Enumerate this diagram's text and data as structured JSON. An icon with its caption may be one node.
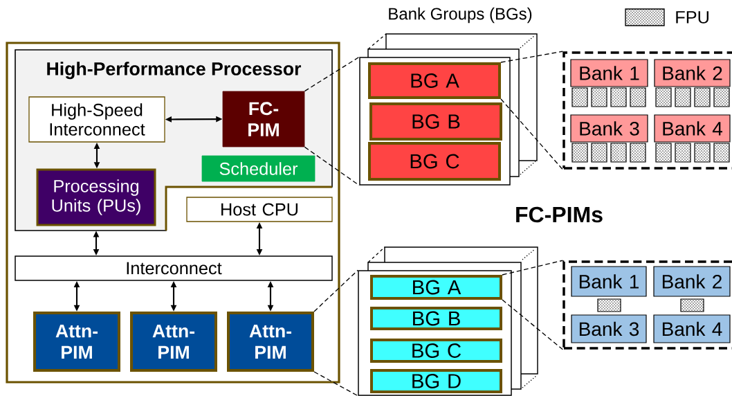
{
  "diagram": {
    "nodes": [
      {
        "text": [],
        "shape": "box"
      },
      {
        "text": [
          "High-Performance Processor"
        ],
        "in": 0
      },
      {
        "text": [
          "High-Speed Interconnect"
        ],
        "in": 1
      },
      {
        "text": [
          "FC-PIM"
        ],
        "in": 1
      },
      {
        "text": [
          "Scheduler"
        ],
        "in": 1
      },
      {
        "text": [
          "Processing Units (PUs)"
        ],
        "in": 1
      },
      {
        "text": [
          "Host CPU"
        ],
        "in": 0
      },
      {
        "text": [
          "Interconnect"
        ],
        "in": 0
      },
      {
        "text": [
          "Attn-PIM"
        ],
        "in": 0
      },
      {
        "text": [
          "Attn-PIM"
        ],
        "in": 0
      },
      {
        "text": [
          "Attn-PIM"
        ],
        "in": 0
      },
      {
        "text": [],
        "shape": "box"
      },
      {
        "text": [
          "BG A"
        ],
        "in": 11
      },
      {
        "text": [
          "BG B"
        ],
        "in": 11
      },
      {
        "text": [
          "BG C"
        ],
        "in": 11
      },
      {
        "text": [],
        "shape": "box"
      },
      {
        "text": [
          "Bank 1"
        ],
        "in": 15
      },
      {
        "text": [
          "Bank 2"
        ],
        "in": 15
      },
      {
        "text": [
          "Bank 3"
        ],
        "in": 15
      },
      {
        "text": [
          "Bank 4"
        ],
        "in": 15
      },
      {
        "text": [],
        "shape": "box"
      },
      {
        "text": [
          "BG A"
        ],
        "in": 20
      },
      {
        "text": [
          "BG B"
        ],
        "in": 20
      },
      {
        "text": [
          "BG C"
        ],
        "in": 20
      },
      {
        "text": [
          "BG D"
        ],
        "in": 20
      },
      {
        "text": [],
        "shape": "box"
      },
      {
        "text": [
          "Bank 1"
        ],
        "in": 25
      },
      {
        "text": [
          "Bank 2"
        ],
        "in": 25
      },
      {
        "text": [
          "Bank 3"
        ],
        "in": 25
      },
      {
        "text": [
          "Bank 4"
        ],
        "in": 25
      }
    ],
    "edges": [
      {
        "from": 2,
        "to": 3,
        "arrow": "both"
      },
      {
        "from": 2,
        "to": 5,
        "arrow": "both"
      },
      {
        "from": 1,
        "to": 7,
        "arrow": "both"
      },
      {
        "from": 6,
        "to": 7,
        "arrow": "both"
      },
      {
        "from": 7,
        "to": 8,
        "arrow": "both"
      },
      {
        "from": 7,
        "to": 9,
        "arrow": "both"
      },
      {
        "from": 7,
        "to": 10,
        "arrow": "both"
      },
      {
        "from": 3,
        "to": 11,
        "arrow": "none",
        "style": "dashed"
      },
      {
        "from": 3,
        "to": 11,
        "arrow": "none",
        "style": "dashed"
      },
      {
        "from": 12,
        "to": 15,
        "arrow": "none",
        "style": "dashed"
      },
      {
        "from": 12,
        "to": 15,
        "arrow": "none",
        "style": "dashed"
      },
      {
        "from": 10,
        "to": 20,
        "arrow": "none",
        "style": "dashed"
      },
      {
        "from": 10,
        "to": 20,
        "arrow": "none",
        "style": "dashed"
      },
      {
        "from": 21,
        "to": 25,
        "arrow": "none",
        "style": "dashed"
      },
      {
        "from": 21,
        "to": 25,
        "arrow": "none",
        "style": "dashed"
      }
    ],
    "labels": [
      "Bank Groups (BGs)",
      "FC-PIMs"
    ],
    "legend": [
      {
        "text": "FPU"
      }
    ]
  }
}
